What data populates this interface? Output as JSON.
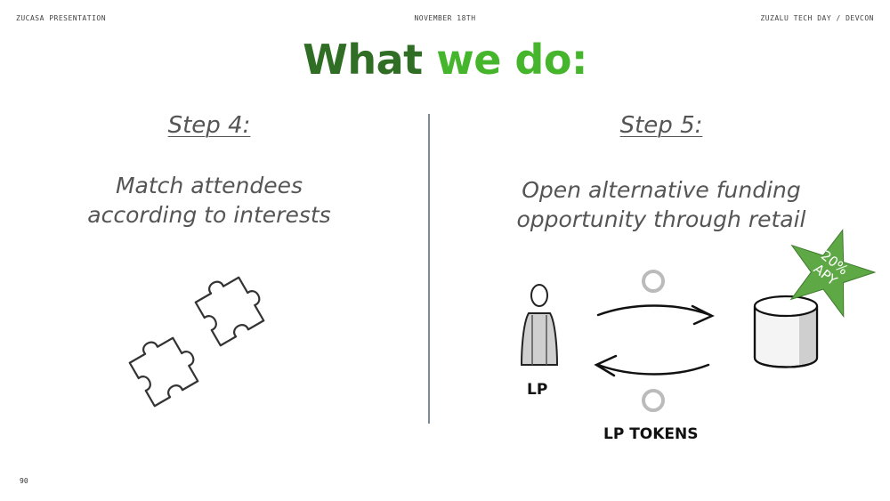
{
  "header": {
    "left": "ZUCASA PRESENTATION",
    "center": "NOVEMBER 18TH",
    "right": "ZUZALU TECH DAY / DEVCON"
  },
  "title": {
    "part1": "What",
    "part2": "we do:"
  },
  "step4": {
    "heading": "Step 4:",
    "line1": "Match attendees",
    "line2": "according to interests"
  },
  "step5": {
    "heading": "Step 5:",
    "line1": "Open alternative funding",
    "line2": "opportunity through retail"
  },
  "diagram": {
    "lp_label": "LP",
    "tokens_label": "LP TOKENS",
    "badge_line1": "20%",
    "badge_line2": "APY"
  },
  "colors": {
    "title_dark": "#2f6e24",
    "title_light": "#45b52b",
    "badge_green": "#5fa846"
  },
  "icons": [
    "puzzle-piece-icon",
    "person-icon",
    "coin-icon",
    "arrow-right-icon",
    "arrow-left-icon",
    "cylinder-pool-icon",
    "star-badge-icon"
  ],
  "page_number": "90"
}
